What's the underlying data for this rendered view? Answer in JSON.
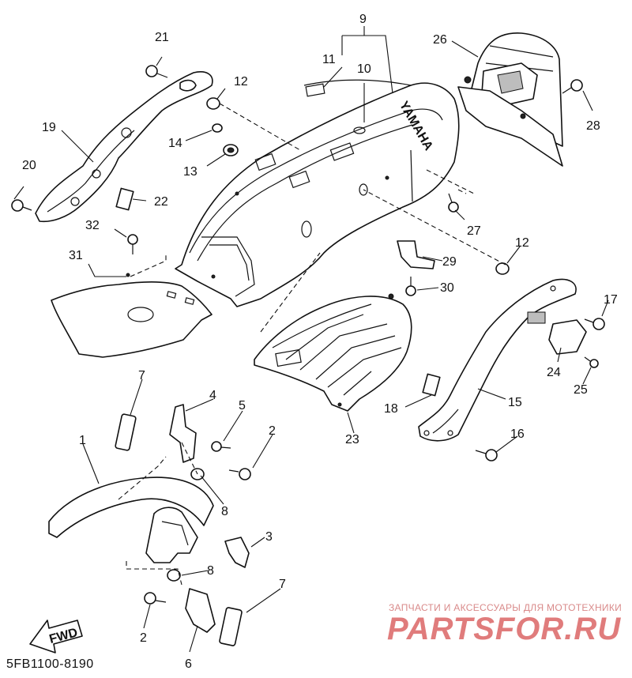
{
  "diagram": {
    "part_labels": [
      "1",
      "2",
      "3",
      "4",
      "5",
      "6",
      "7",
      "8",
      "9",
      "10",
      "11",
      "12",
      "13",
      "14",
      "15",
      "16",
      "17",
      "18",
      "19",
      "20",
      "21",
      "22",
      "23",
      "24",
      "25",
      "26",
      "27",
      "28",
      "29",
      "30",
      "31",
      "32"
    ],
    "logo_text": "YAMAHA",
    "fwd_label": "FWD",
    "part_code": "5FB1100-8190"
  },
  "watermark": {
    "caption": "ЗАПЧАСТИ И АКСЕССУАРЫ ДЛЯ МОТОТЕХНИКИ",
    "brand": "PARTSFOR.RU",
    "brand_color": "#e07c7c"
  }
}
